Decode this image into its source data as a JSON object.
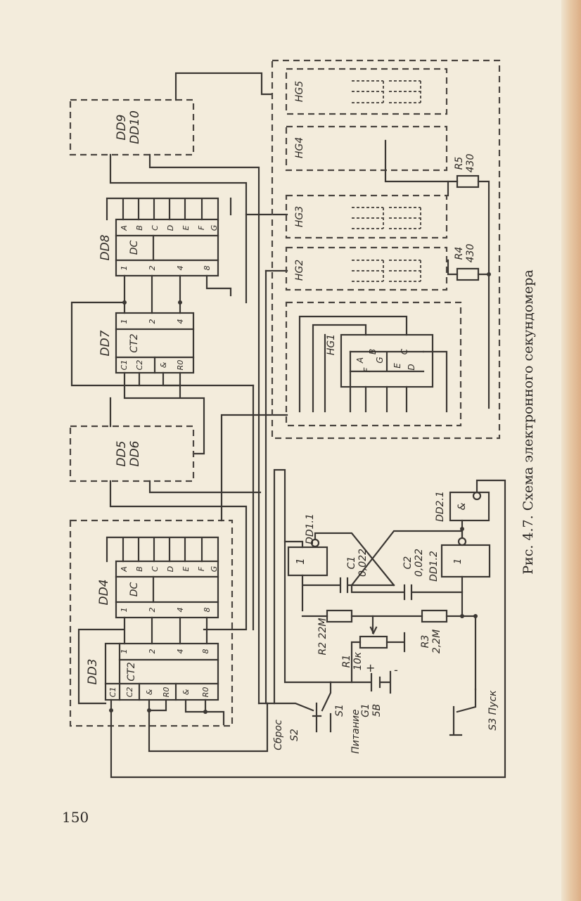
{
  "figure": {
    "caption": "Рис. 4.7. Схема электронного секундомера",
    "page_number": "150"
  },
  "components": {
    "dd3": {
      "name": "DD3",
      "type": "CT2",
      "pins": [
        "C1",
        "C2",
        "&",
        "R0",
        "&",
        "R0",
        "1",
        "2",
        "4",
        "8"
      ]
    },
    "dd4": {
      "name": "DD4",
      "type": "DC",
      "pins": [
        "1",
        "2",
        "4",
        "8",
        "A",
        "B",
        "C",
        "D",
        "E",
        "F",
        "G"
      ]
    },
    "dd5": {
      "line1": "DD5",
      "line2": "DD6"
    },
    "dd7": {
      "name": "DD7",
      "type": "CT2",
      "pins": [
        "C1",
        "C2",
        "&",
        "R0",
        "1",
        "2",
        "4"
      ]
    },
    "dd8": {
      "name": "DD8",
      "type": "DC",
      "pins": [
        "1",
        "2",
        "4",
        "8",
        "A",
        "B",
        "C",
        "D",
        "E",
        "F",
        "G"
      ]
    },
    "dd9": {
      "line1": "DD9",
      "line2": "DD10"
    },
    "dd1_1": {
      "name": "DD1.1",
      "symbol": "1"
    },
    "dd1_2": {
      "name": "DD1.2",
      "symbol": "1"
    },
    "dd2_1": {
      "name": "DD2.1",
      "symbol": "&"
    }
  },
  "indicators": {
    "hg1": {
      "name": "HG1",
      "segments": [
        "A",
        "B",
        "C",
        "D",
        "E",
        "F",
        "G"
      ]
    },
    "hg2": {
      "name": "HG2"
    },
    "hg3": {
      "name": "HG3"
    },
    "hg4": {
      "name": "HG4"
    },
    "hg5": {
      "name": "HG5"
    }
  },
  "passives": {
    "r1": {
      "name": "R1",
      "value": "10к"
    },
    "r2": {
      "name": "R2",
      "value": "22М"
    },
    "r3": {
      "name": "R3",
      "value": "2,2М"
    },
    "r4": {
      "name": "R4",
      "value": "430"
    },
    "r5": {
      "name": "R5",
      "value": "430"
    },
    "c1": {
      "name": "C1",
      "value": "0,022"
    },
    "c2": {
      "name": "C2",
      "value": "0,022"
    },
    "g1": {
      "name": "G1",
      "value": "5В",
      "plus": "+",
      "minus": "-"
    }
  },
  "switches": {
    "s1": {
      "name": "S1",
      "label": "Питание"
    },
    "s2": {
      "name": "S2",
      "label": "Сброс"
    },
    "s3": {
      "name": "S3",
      "label": "Пуск"
    }
  }
}
